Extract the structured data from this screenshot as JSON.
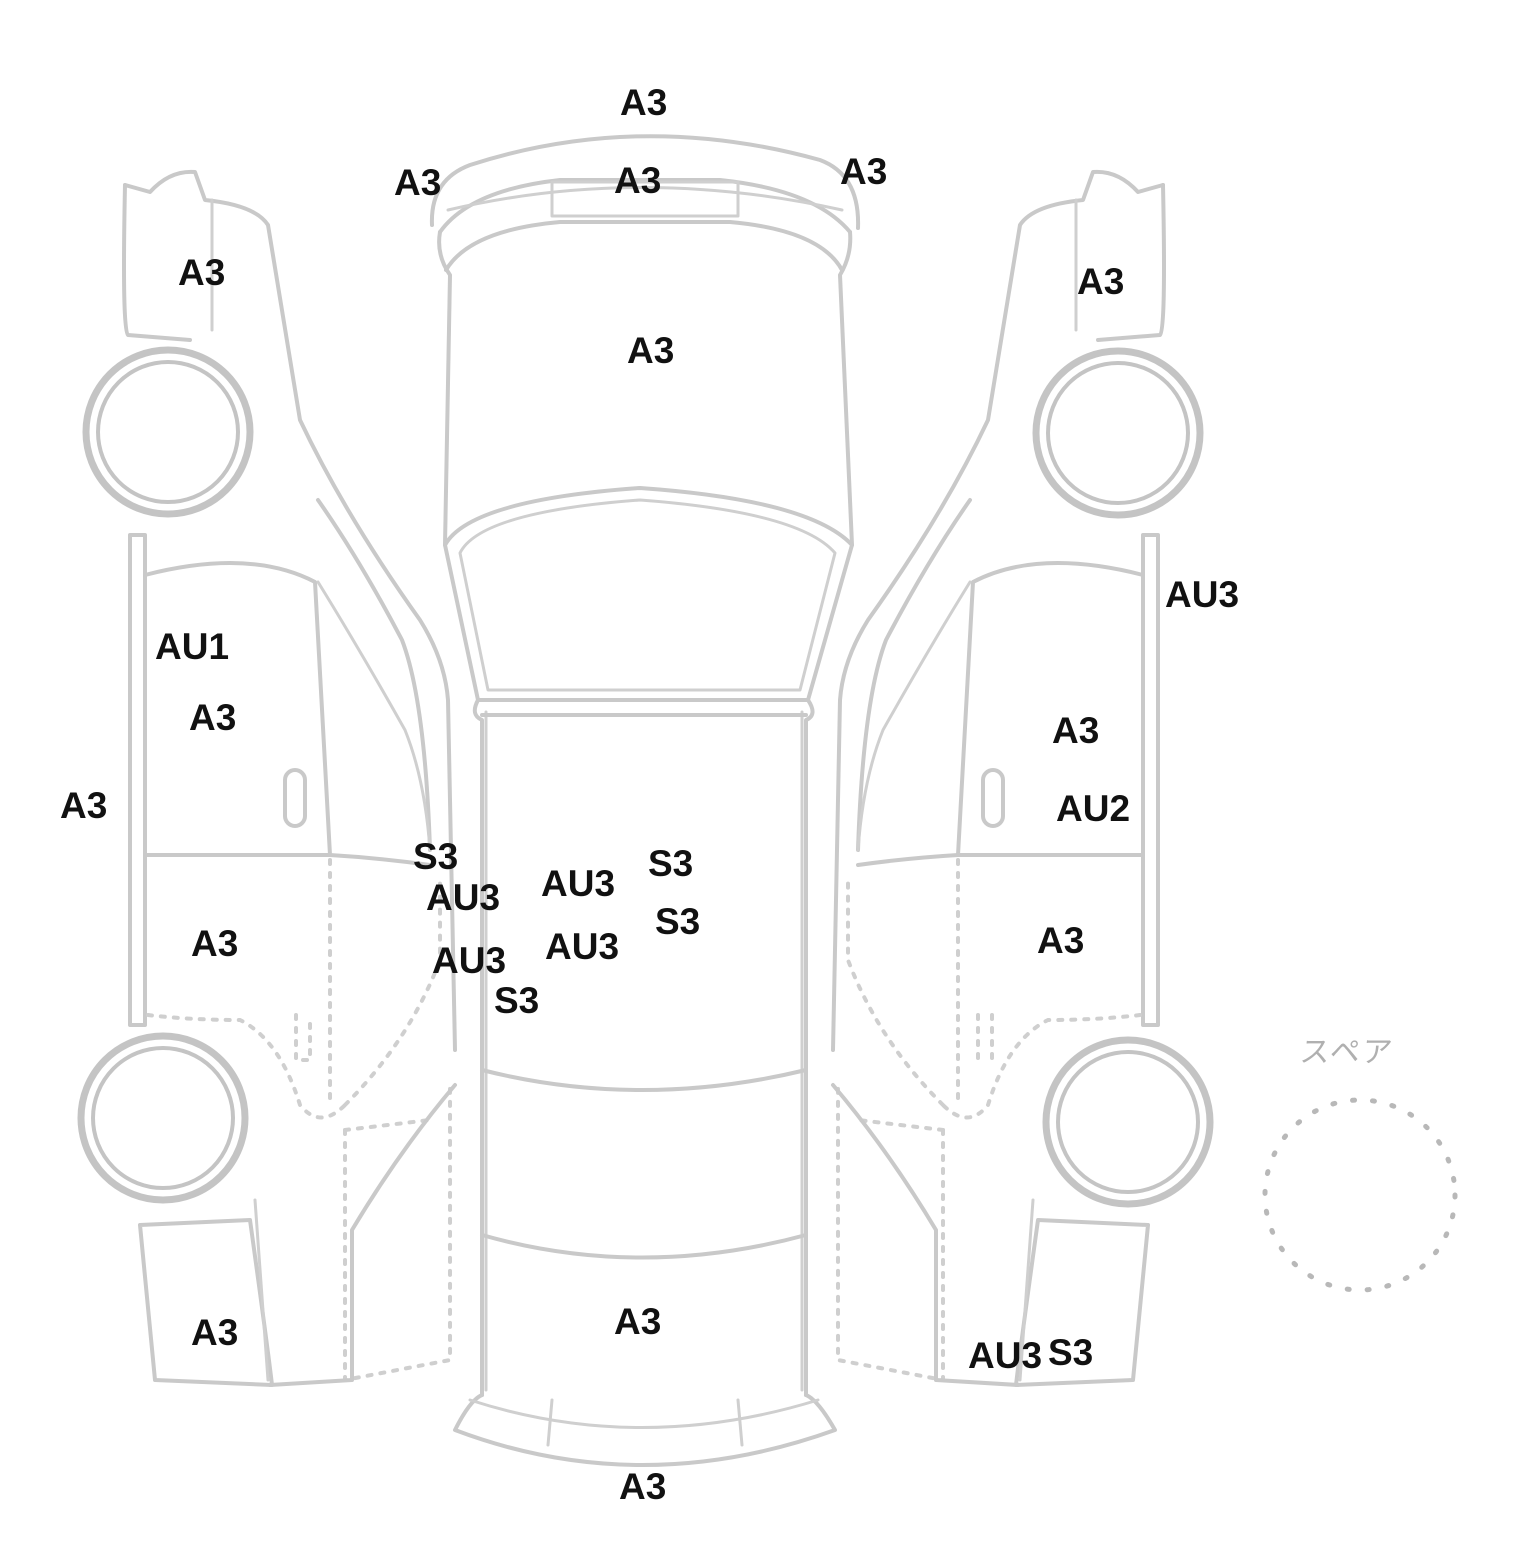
{
  "diagram": {
    "spare_label": "スペア",
    "marks": {
      "front_bumper_top": "A3",
      "front_bumper_left": "A3",
      "front_bumper_right": "A3",
      "front_grille": "A3",
      "hood": "A3",
      "left_front_fender": "A3",
      "right_front_fender": "A3",
      "left_front_door_au": "AU1",
      "left_front_door": "A3",
      "left_rocker": "A3",
      "left_rear_door": "A3",
      "left_rear_quarter": "A3",
      "left_pillar_s": "S3",
      "left_pillar_au_upper": "AU3",
      "left_pillar_au_lower": "AU3",
      "left_floor_s": "S3",
      "roof_au_upper": "AU3",
      "roof_au_lower": "AU3",
      "roof_s_upper": "S3",
      "roof_s_lower": "S3",
      "trunk": "A3",
      "rear_bumper": "A3",
      "right_rocker_au": "AU3",
      "right_front_door": "A3",
      "right_front_door_au": "AU2",
      "right_rear_door": "A3",
      "right_rear_quarter_au": "AU3",
      "right_rear_quarter_s": "S3"
    }
  }
}
